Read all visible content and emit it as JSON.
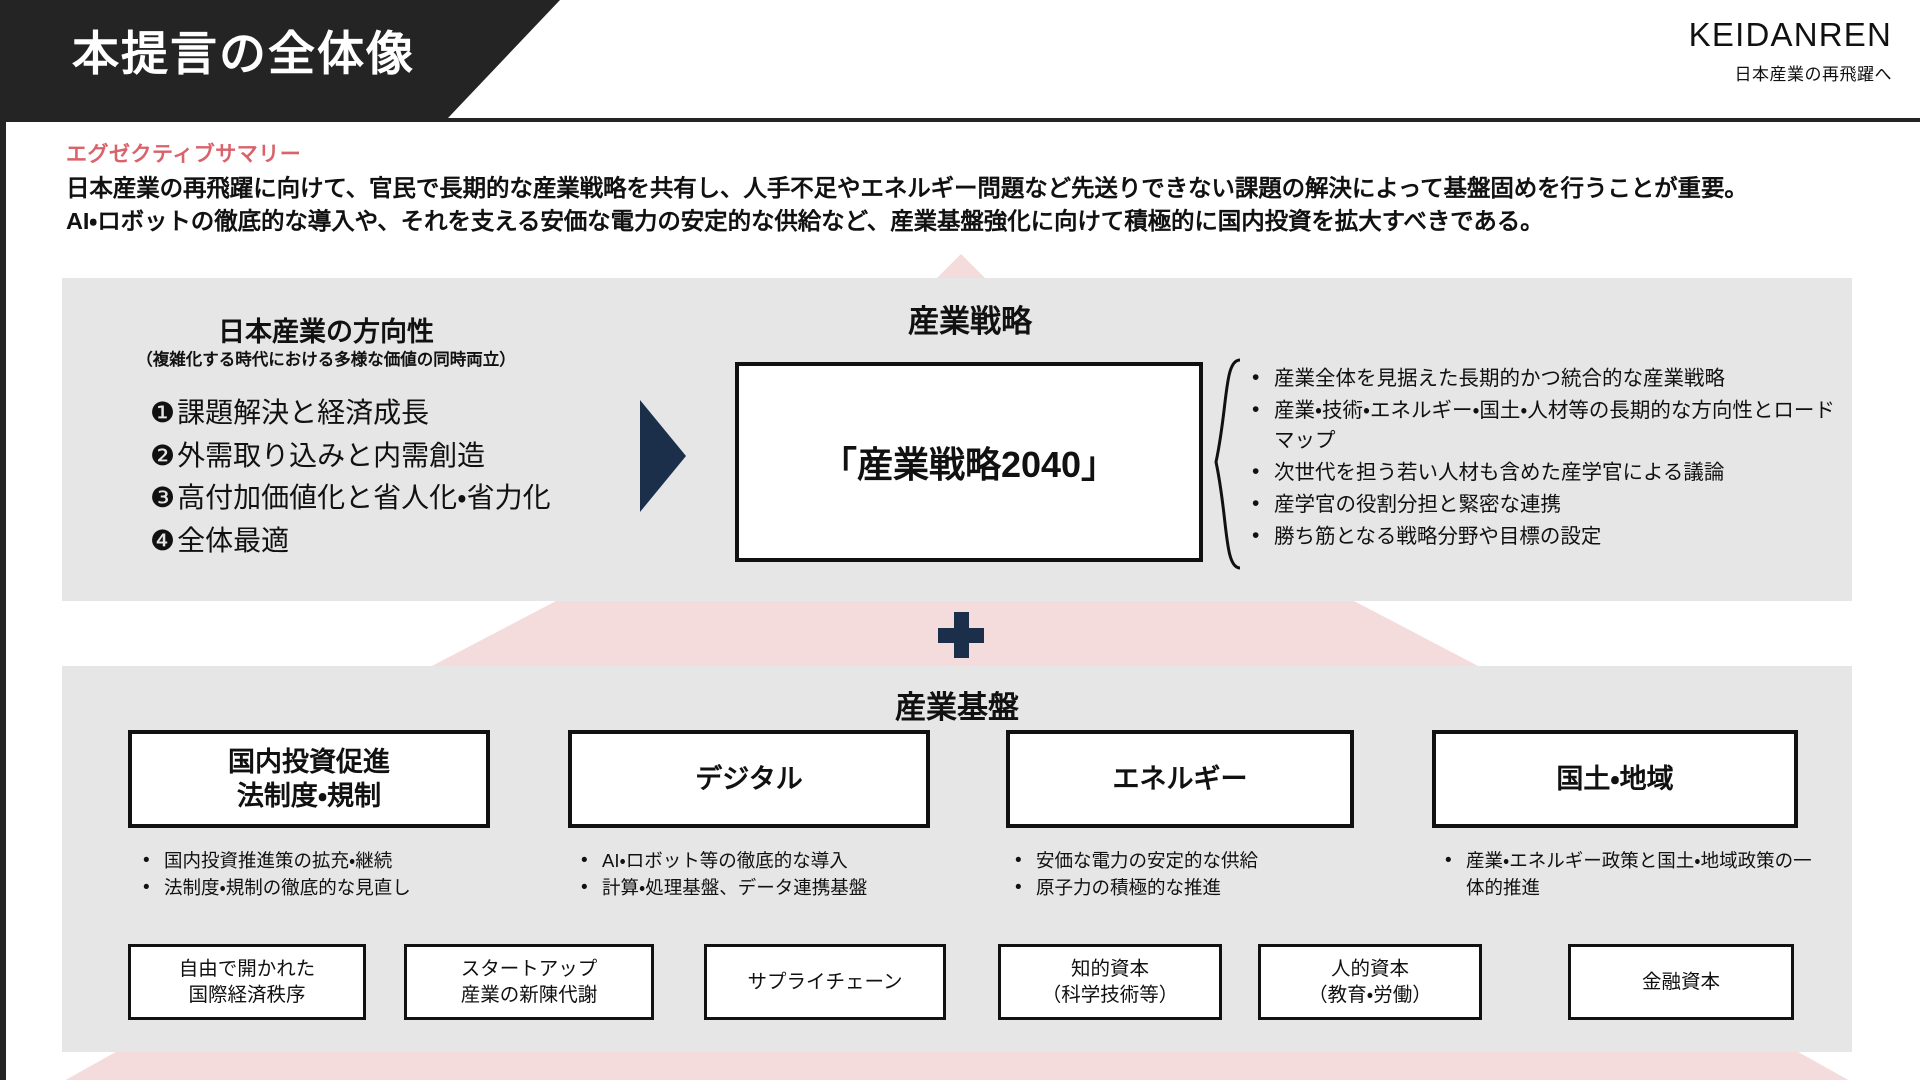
{
  "header": {
    "title": "本提言の全体像",
    "logo_main": "KEIDANREN",
    "logo_sub": "日本産業の再飛躍へ"
  },
  "exec_summary": {
    "label": "エグゼクティブサマリー",
    "line1": "日本産業の再飛躍に向けて、官民で長期的な産業戦略を共有し、人手不足やエネルギー問題など先送りできない課題の解決によって基盤固めを行うことが重要。",
    "line2": "AI・ロボットの徹底的な導入や、それを支える安価な電力の安定的な供給など、産業基盤強化に向けて積極的に国内投資を拡大すべきである。"
  },
  "direction": {
    "title": "日本産業の方向性",
    "subtitle": "（複雑化する時代における多様な価値の同時両立）",
    "items": [
      {
        "num": "❶",
        "label": "課題解決と経済成長"
      },
      {
        "num": "❷",
        "label": "外需取り込みと内需創造"
      },
      {
        "num": "❸",
        "label": "高付加価値化と省人化・省力化"
      },
      {
        "num": "❹",
        "label": "全体最適"
      }
    ]
  },
  "strategy": {
    "heading": "産業戦略",
    "box_label": "「産業戦略2040」",
    "bullets": [
      "産業全体を見据えた長期的かつ統合的な産業戦略",
      "産業・技術・エネルギー・国土・人材等の長期的な方向性とロードマップ",
      "次世代を担う若い人材も含めた産学官による議論",
      "産学官の役割分担と緊密な連携",
      "勝ち筋となる戦略分野や目標の設定"
    ]
  },
  "foundation": {
    "heading": "産業基盤",
    "pillars": [
      {
        "title": "国内投資促進\n法制度・規制",
        "title_line1": "国内投資促進",
        "title_line2": "法制度・規制",
        "bullets": [
          "国内投資推進策の拡充・継続",
          "法制度・規制の徹底的な見直し"
        ]
      },
      {
        "title_line1": "デジタル",
        "title_line2": "",
        "bullets": [
          "AI・ロボット等の徹底的な導入",
          "計算・処理基盤、データ連携基盤"
        ]
      },
      {
        "title_line1": "エネルギー",
        "title_line2": "",
        "bullets": [
          "安価な電力の安定的な供給",
          "原子力の積極的な推進"
        ]
      },
      {
        "title_line1": "国土・地域",
        "title_line2": "",
        "bullets": [
          "産業・エネルギー政策と国土・地域政策の一体的推進"
        ]
      }
    ],
    "chips": [
      {
        "line1": "自由で開かれた",
        "line2": "国際経済秩序"
      },
      {
        "line1": "スタートアップ",
        "line2": "産業の新陳代謝"
      },
      {
        "line1": "サプライチェーン",
        "line2": ""
      },
      {
        "line1": "知的資本",
        "line2": "（科学技術等）"
      },
      {
        "line1": "人的資本",
        "line2": "（教育・労働）"
      },
      {
        "line1": "金融資本",
        "line2": ""
      }
    ]
  },
  "colors": {
    "header_bg": "#242424",
    "accent_red": "#d9636b",
    "panel_bg": "#e6e6e6",
    "connector_pink": "#f4dcdc",
    "navy": "#1b2f4b"
  }
}
